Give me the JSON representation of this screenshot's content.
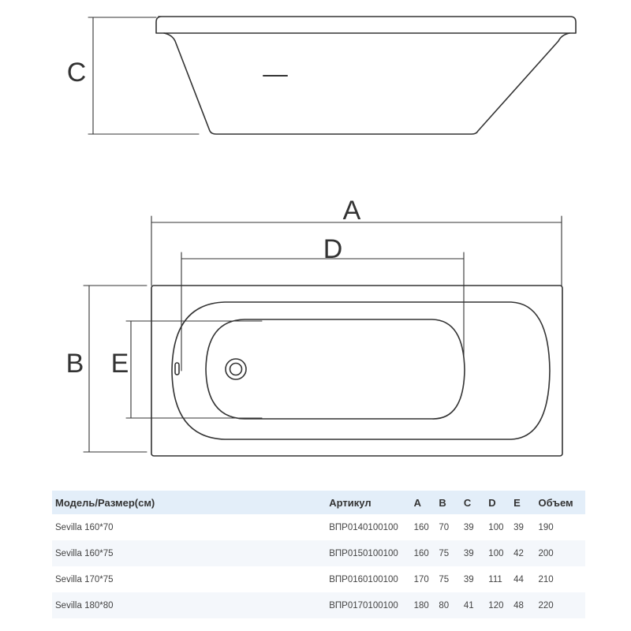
{
  "diagram": {
    "labels": {
      "a": "A",
      "b": "B",
      "c": "C",
      "d": "D",
      "e": "E"
    },
    "stroke_color": "#333333"
  },
  "table": {
    "headers": [
      "Модель/Размер(см)",
      "Артикул",
      "A",
      "B",
      "C",
      "D",
      "E",
      "Объем"
    ],
    "rows": [
      [
        "Sevilla 160*70",
        "ВПР0140100100",
        "160",
        "70",
        "39",
        "100",
        "39",
        "190"
      ],
      [
        "Sevilla 160*75",
        "ВПР0150100100",
        "160",
        "75",
        "39",
        "100",
        "42",
        "200"
      ],
      [
        "Sevilla 170*75",
        "ВПР0160100100",
        "170",
        "75",
        "39",
        "111",
        "44",
        "210"
      ],
      [
        "Sevilla 180*80",
        "ВПР0170100100",
        "180",
        "80",
        "41",
        "120",
        "48",
        "220"
      ]
    ],
    "header_color": "#e3eef9",
    "stripe_color": "#f4f7fb"
  }
}
